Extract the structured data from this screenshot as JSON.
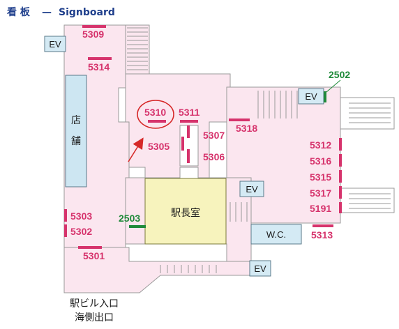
{
  "title": {
    "kanji": "看 板",
    "dash": "—",
    "english": "Signboard"
  },
  "colors": {
    "background": "#ffffff",
    "floor": "#fbe6ef",
    "floor_stroke": "#9a9a9a",
    "sign": "#d6336c",
    "sign_green": "#1f8a3a",
    "ev_box": "#d4eaf4",
    "store_box": "#cde6f2",
    "station_office": "#f7f3bd",
    "title_blue": "#1f3f8c",
    "highlight_red": "#d62828"
  },
  "labels": {
    "store": [
      "店",
      "舗"
    ],
    "station_office": "駅長室",
    "wc": "W.C.",
    "exit_line1": "駅ビル入口",
    "exit_line2": "海側出口"
  },
  "elevators": [
    {
      "id": "ev-top-left",
      "label": "EV"
    },
    {
      "id": "ev-right",
      "label": "EV"
    },
    {
      "id": "ev-middle",
      "label": "EV"
    },
    {
      "id": "ev-bottom",
      "label": "EV"
    }
  ],
  "signs": [
    {
      "id": "5309",
      "label": "5309",
      "color": "pink"
    },
    {
      "id": "5314",
      "label": "5314",
      "color": "pink"
    },
    {
      "id": "5310",
      "label": "5310",
      "color": "pink",
      "highlighted": true
    },
    {
      "id": "5311",
      "label": "5311",
      "color": "pink"
    },
    {
      "id": "5307",
      "label": "5307",
      "color": "pink"
    },
    {
      "id": "5305",
      "label": "5305",
      "color": "pink"
    },
    {
      "id": "5306",
      "label": "5306",
      "color": "pink"
    },
    {
      "id": "5318",
      "label": "5318",
      "color": "pink"
    },
    {
      "id": "2502",
      "label": "2502",
      "color": "green"
    },
    {
      "id": "5312",
      "label": "5312",
      "color": "pink"
    },
    {
      "id": "5316",
      "label": "5316",
      "color": "pink"
    },
    {
      "id": "5315",
      "label": "5315",
      "color": "pink"
    },
    {
      "id": "5317",
      "label": "5317",
      "color": "pink"
    },
    {
      "id": "5191",
      "label": "5191",
      "color": "pink"
    },
    {
      "id": "5313",
      "label": "5313",
      "color": "pink"
    },
    {
      "id": "5303",
      "label": "5303",
      "color": "pink"
    },
    {
      "id": "5302",
      "label": "5302",
      "color": "pink"
    },
    {
      "id": "5301",
      "label": "5301",
      "color": "pink"
    },
    {
      "id": "2503",
      "label": "2503",
      "color": "green"
    }
  ]
}
